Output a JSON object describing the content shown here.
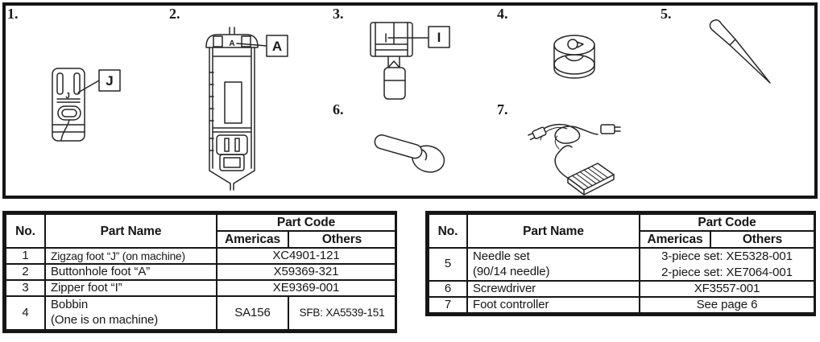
{
  "figures": {
    "items": [
      {
        "num": "1.",
        "inline": "J",
        "callout": "J"
      },
      {
        "num": "2.",
        "inline": "A",
        "callout": "A"
      },
      {
        "num": "3.",
        "callout": "I"
      },
      {
        "num": "4."
      },
      {
        "num": "5."
      },
      {
        "num": "6."
      },
      {
        "num": "7."
      }
    ]
  },
  "tables": {
    "left": {
      "headers": {
        "no": "No.",
        "part_name": "Part Name",
        "part_code": "Part Code",
        "americas": "Americas",
        "others": "Others"
      },
      "rows": [
        {
          "no": "1",
          "name": "Zigzag foot “J” (on machine)",
          "code": "XC4901-121"
        },
        {
          "no": "2",
          "name": "Buttonhole foot “A”",
          "code": "X59369-321"
        },
        {
          "no": "3",
          "name": "Zipper foot “I”",
          "code": "XE9369-001"
        },
        {
          "no": "4",
          "name_line1": "Bobbin",
          "name_line2": "(One is on machine)",
          "americas": "SA156",
          "others": "SFB: XA5539-151"
        }
      ]
    },
    "right": {
      "headers": {
        "no": "No.",
        "part_name": "Part Name",
        "part_code": "Part Code",
        "americas": "Americas",
        "others": "Others"
      },
      "rows": [
        {
          "no": "5",
          "name_line1": "Needle set",
          "name_line2": "(90/14 needle)",
          "code_line1": "3-piece set: XE5328-001",
          "code_line2": "2-piece set: XE7064-001"
        },
        {
          "no": "6",
          "name": "Screwdriver",
          "code": "XF3557-001"
        },
        {
          "no": "7",
          "name": "Foot controller",
          "code": "See page 6"
        }
      ]
    }
  },
  "colors": {
    "ink": "#1a1a1a",
    "line": "#161616",
    "bg": "#ffffff"
  }
}
